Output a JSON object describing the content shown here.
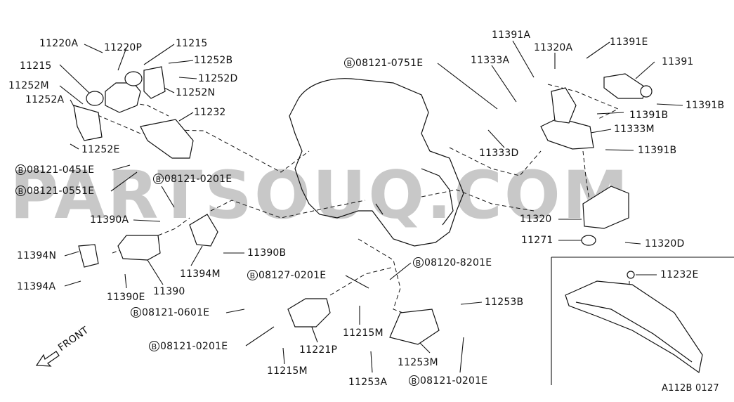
{
  "diagram": {
    "watermark": "PARTSOUQ.COM",
    "front_label": "FRONT",
    "figure_code": "A112B 0127",
    "callouts": [
      {
        "id": "c1",
        "text": "11220A",
        "circled": false
      },
      {
        "id": "c2",
        "text": "11220P",
        "circled": false
      },
      {
        "id": "c3",
        "text": "11215",
        "circled": false
      },
      {
        "id": "c4",
        "text": "11252B",
        "circled": false
      },
      {
        "id": "c5",
        "text": "11215",
        "circled": false
      },
      {
        "id": "c6",
        "text": "11252M",
        "circled": false
      },
      {
        "id": "c7",
        "text": "11252D",
        "circled": false
      },
      {
        "id": "c8",
        "text": "11252A",
        "circled": false
      },
      {
        "id": "c9",
        "text": "11252N",
        "circled": false
      },
      {
        "id": "c10",
        "text": "11232",
        "circled": false
      },
      {
        "id": "c11",
        "text": "11252E",
        "circled": false
      },
      {
        "id": "c12",
        "text": "08121-0451E",
        "circled": true
      },
      {
        "id": "c13",
        "text": "08121-0201E",
        "circled": true
      },
      {
        "id": "c14",
        "text": "08121-0551E",
        "circled": true
      },
      {
        "id": "c15",
        "text": "11390A",
        "circled": false
      },
      {
        "id": "c16",
        "text": "11390B",
        "circled": false
      },
      {
        "id": "c17",
        "text": "11394N",
        "circled": false
      },
      {
        "id": "c18",
        "text": "11394M",
        "circled": false
      },
      {
        "id": "c19",
        "text": "11394A",
        "circled": false
      },
      {
        "id": "c20",
        "text": "11390E",
        "circled": false
      },
      {
        "id": "c21",
        "text": "11390",
        "circled": false
      },
      {
        "id": "c22",
        "text": "08121-0601E",
        "circled": true
      },
      {
        "id": "c23",
        "text": "08121-0201E",
        "circled": true
      },
      {
        "id": "c24",
        "text": "11221P",
        "circled": false
      },
      {
        "id": "c25",
        "text": "11215M",
        "circled": false
      },
      {
        "id": "c26",
        "text": "11215M",
        "circled": false
      },
      {
        "id": "c27",
        "text": "08127-0201E",
        "circled": true
      },
      {
        "id": "c28",
        "text": "08120-8201E",
        "circled": true
      },
      {
        "id": "c29",
        "text": "11253B",
        "circled": false
      },
      {
        "id": "c30",
        "text": "11253M",
        "circled": false
      },
      {
        "id": "c31",
        "text": "11253A",
        "circled": false
      },
      {
        "id": "c32",
        "text": "08121-0201E",
        "circled": true
      },
      {
        "id": "c33",
        "text": "08121-0751E",
        "circled": true
      },
      {
        "id": "c34",
        "text": "11391A",
        "circled": false
      },
      {
        "id": "c35",
        "text": "11320A",
        "circled": false
      },
      {
        "id": "c36",
        "text": "11391E",
        "circled": false
      },
      {
        "id": "c37",
        "text": "11333A",
        "circled": false
      },
      {
        "id": "c38",
        "text": "11391",
        "circled": false
      },
      {
        "id": "c39",
        "text": "11391B",
        "circled": false
      },
      {
        "id": "c40",
        "text": "11391B",
        "circled": false
      },
      {
        "id": "c41",
        "text": "11333M",
        "circled": false
      },
      {
        "id": "c42",
        "text": "11333D",
        "circled": false
      },
      {
        "id": "c43",
        "text": "11391B",
        "circled": false
      },
      {
        "id": "c44",
        "text": "11320",
        "circled": false
      },
      {
        "id": "c45",
        "text": "11271",
        "circled": false
      },
      {
        "id": "c46",
        "text": "11320D",
        "circled": false
      },
      {
        "id": "c47",
        "text": "11232E",
        "circled": false
      }
    ]
  }
}
